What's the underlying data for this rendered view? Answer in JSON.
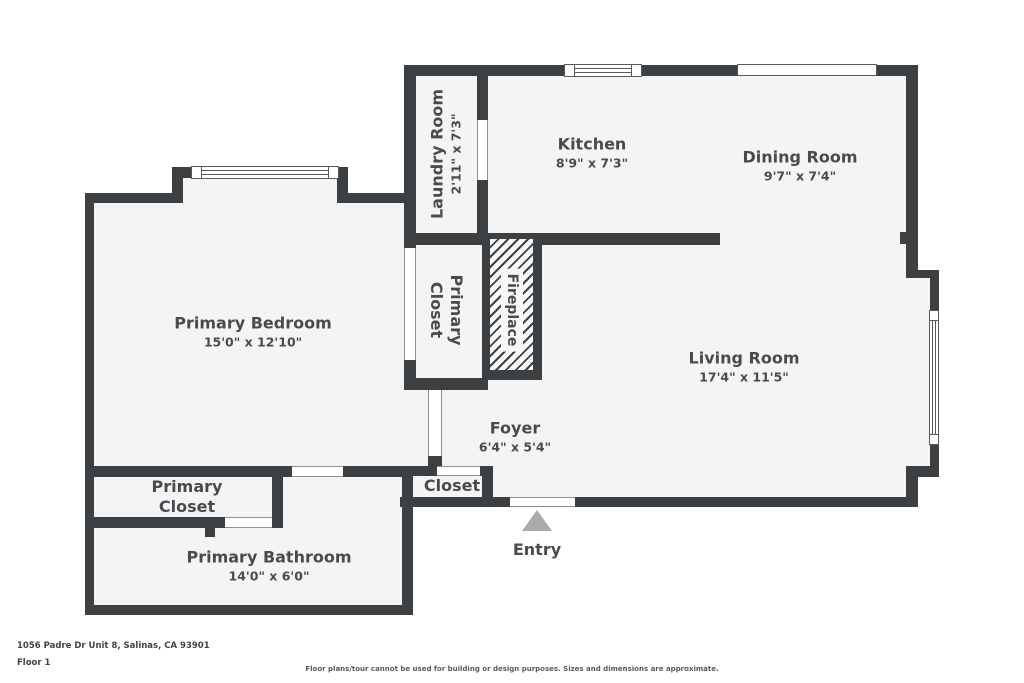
{
  "plan": {
    "rooms": {
      "laundry": {
        "name": "Laundry Room",
        "dims": "2'11\" x 7'3\""
      },
      "kitchen": {
        "name": "Kitchen",
        "dims": "8'9\" x 7'3\""
      },
      "dining": {
        "name": "Dining Room",
        "dims": "9'7\" x 7'4\""
      },
      "bedroom": {
        "name": "Primary Bedroom",
        "dims": "15'0\" x 12'10\""
      },
      "primary_closet_mid": {
        "line1": "Primary",
        "line2": "Closet"
      },
      "fireplace": {
        "name": "Fireplace"
      },
      "living": {
        "name": "Living Room",
        "dims": "17'4\" x 11'5\""
      },
      "foyer": {
        "name": "Foyer",
        "dims": "6'4\" x 5'4\""
      },
      "closet": {
        "name": "Closet"
      },
      "primary_closet_bottom": {
        "line1": "Primary",
        "line2": "Closet"
      },
      "bathroom": {
        "name": "Primary Bathroom",
        "dims": "14'0\" x 6'0\""
      },
      "entry": {
        "name": "Entry"
      }
    },
    "colors": {
      "wall": "#3d4043",
      "room_fill": "#f4f4f5",
      "label_text": "#474b50",
      "entry_arrow": "#a9abad",
      "background": "#ffffff"
    }
  },
  "footer": {
    "address": "1056 Padre Dr Unit 8, Salinas, CA 93901",
    "floor": "Floor 1",
    "disclaimer": "Floor plans/tour cannot be used for building or design purposes. Sizes and dimensions are approximate."
  }
}
